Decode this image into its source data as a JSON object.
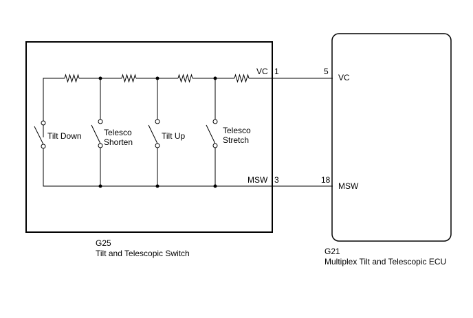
{
  "switch_unit": {
    "code": "G25",
    "name": "Tilt and Telescopic Switch",
    "switches": [
      {
        "line1": "Tilt Down",
        "line2": ""
      },
      {
        "line1": "Telesco",
        "line2": "Shorten"
      },
      {
        "line1": "Tilt Up",
        "line2": ""
      },
      {
        "line1": "Telesco",
        "line2": "Stretch"
      }
    ],
    "pins": [
      {
        "signal": "VC",
        "pin": "1"
      },
      {
        "signal": "MSW",
        "pin": "3"
      }
    ]
  },
  "ecu": {
    "code": "G21",
    "name": "Multiplex Tilt and Telescopic ECU",
    "pins": [
      {
        "pin": "5",
        "signal": "VC"
      },
      {
        "pin": "18",
        "signal": "MSW"
      }
    ]
  },
  "colors": {
    "line": "#000000",
    "background": "#ffffff"
  }
}
